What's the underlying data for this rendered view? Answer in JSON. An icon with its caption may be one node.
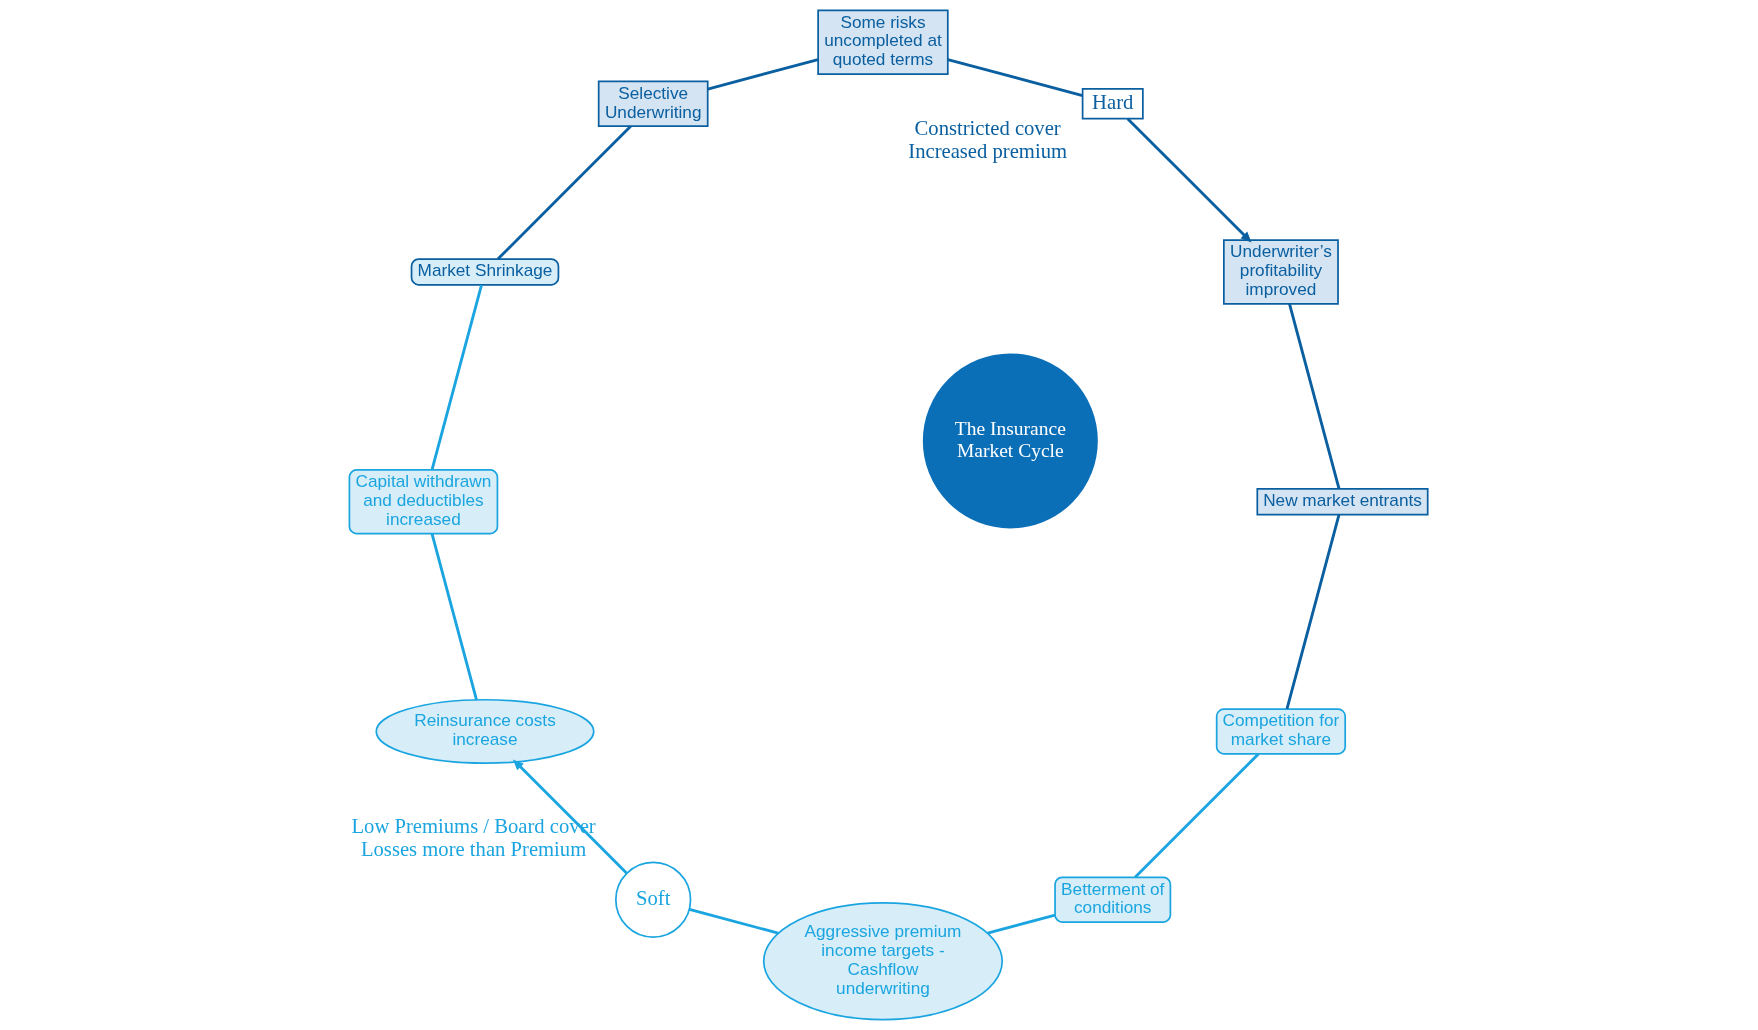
{
  "diagram": {
    "nodes": [
      {
        "text": [
          "Competition for market share"
        ]
      },
      {
        "text": [
          "Betterment of conditions"
        ]
      },
      {
        "text": [
          "Aggressive premium income targets - Cashflow underwriting"
        ]
      },
      {
        "text": [
          "Soft"
        ],
        "beside": [
          "Low Premiums / Board cover",
          "Losses more than Premium"
        ]
      },
      {
        "text": [
          "Reinsurance costs increase"
        ]
      },
      {
        "text": [
          "Capital withdrawn and deductibles increased"
        ]
      },
      {
        "text": [
          "Market Shrinkage"
        ]
      },
      {
        "text": [
          "Selective Underwriting"
        ]
      },
      {
        "text": [
          "Some risks uncompleted at quoted terms"
        ]
      },
      {
        "text": [
          "Hard"
        ],
        "beside": [
          "Constricted cover",
          "Increased premium"
        ]
      },
      {
        "text": [
          "Underwriter’s profitability improved"
        ]
      },
      {
        "text": [
          "New market entrants"
        ]
      },
      {
        "text": [
          "The Insurance Market Cycle"
        ]
      }
    ],
    "edges": [
      {
        "from": 0,
        "to": 1,
        "arrow": "none"
      },
      {
        "from": 1,
        "to": 2,
        "arrow": "none"
      },
      {
        "from": 2,
        "to": 3,
        "arrow": "none"
      },
      {
        "from": 3,
        "to": 4,
        "arrow": "to"
      },
      {
        "from": 4,
        "to": 5,
        "arrow": "none"
      },
      {
        "from": 5,
        "to": 6,
        "arrow": "none"
      },
      {
        "from": 6,
        "to": 7,
        "arrow": "none",
        "color": "#0a5fa0"
      },
      {
        "from": 7,
        "to": 8,
        "arrow": "none",
        "color": "#0a5fa0"
      },
      {
        "from": 8,
        "to": 9,
        "arrow": "none",
        "color": "#0a5fa0"
      },
      {
        "from": 9,
        "to": 10,
        "arrow": "to",
        "color": "#0a5fa0"
      },
      {
        "from": 10,
        "to": 11,
        "arrow": "none",
        "color": "#0a5fa0"
      },
      {
        "from": 11,
        "to": 0,
        "arrow": "none",
        "color": "#0a5fa0"
      }
    ]
  }
}
